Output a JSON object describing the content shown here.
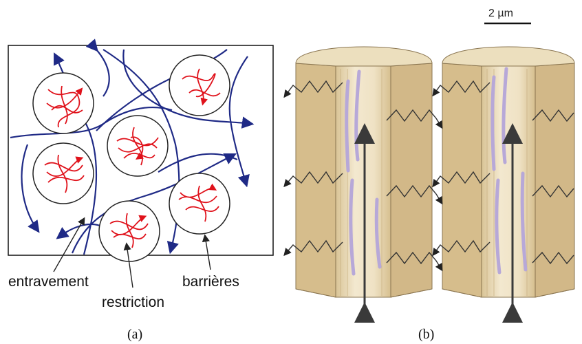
{
  "panel_a": {
    "labels": {
      "entanglement": "entravement",
      "restriction": "restriction",
      "barriers": "barrières"
    },
    "caption": "(a)",
    "colors": {
      "trajectory_inside": "#e0121b",
      "trajectory_outside": "#1f2a86",
      "outline": "#000000"
    }
  },
  "panel_b": {
    "scale_bar": "2 µm",
    "caption": "(b)",
    "colors": {
      "cell_wall": "#dcc89a",
      "cell_face": "#d2b98a",
      "cell_top": "#ecdfbe",
      "lumen": "#efe2c4",
      "inclusion": "#b7a8d8",
      "arrow": "#3a3a3a"
    }
  }
}
